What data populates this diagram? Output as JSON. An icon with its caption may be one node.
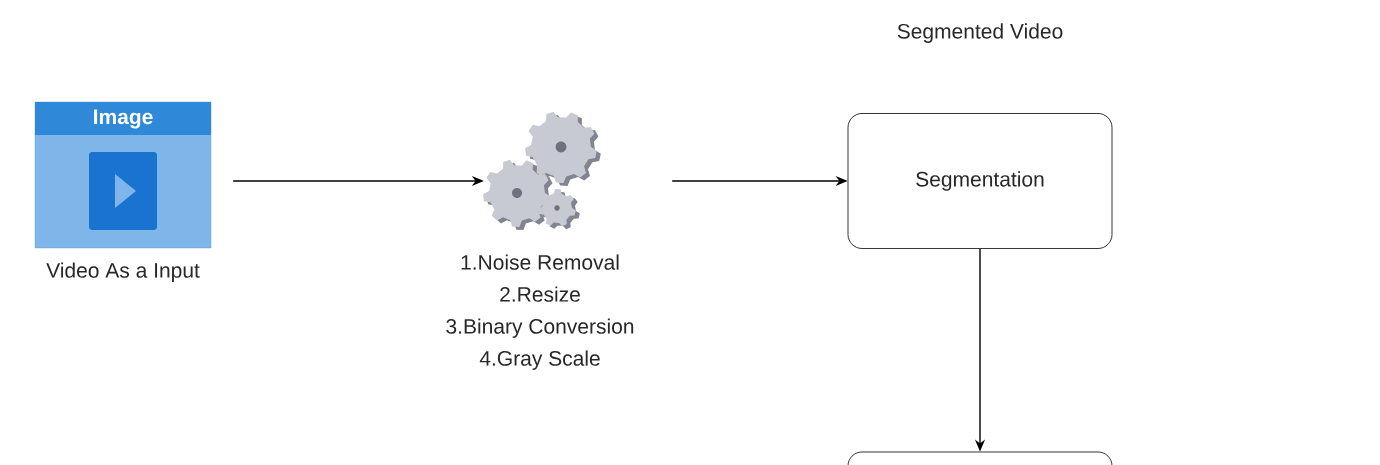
{
  "diagram": {
    "nodes": [
      {
        "text": [
          "Image"
        ],
        "beside": [
          "Video As a Input"
        ]
      },
      {
        "text": [],
        "shape": "gears",
        "beside": [
          "1.Noise Removal",
          "2.Resize",
          "3.Binary Conversion",
          "4.Gray Scale"
        ]
      },
      {
        "text": [
          "Segmentation"
        ],
        "beside": [
          "Segmented Video"
        ]
      },
      {
        "text": [],
        "shape": "box"
      }
    ],
    "edges": [
      {
        "from": 0,
        "to": 1,
        "arrow": "to"
      },
      {
        "from": 1,
        "to": 2,
        "arrow": "to"
      },
      {
        "from": 2,
        "to": 3,
        "arrow": "to"
      }
    ]
  }
}
